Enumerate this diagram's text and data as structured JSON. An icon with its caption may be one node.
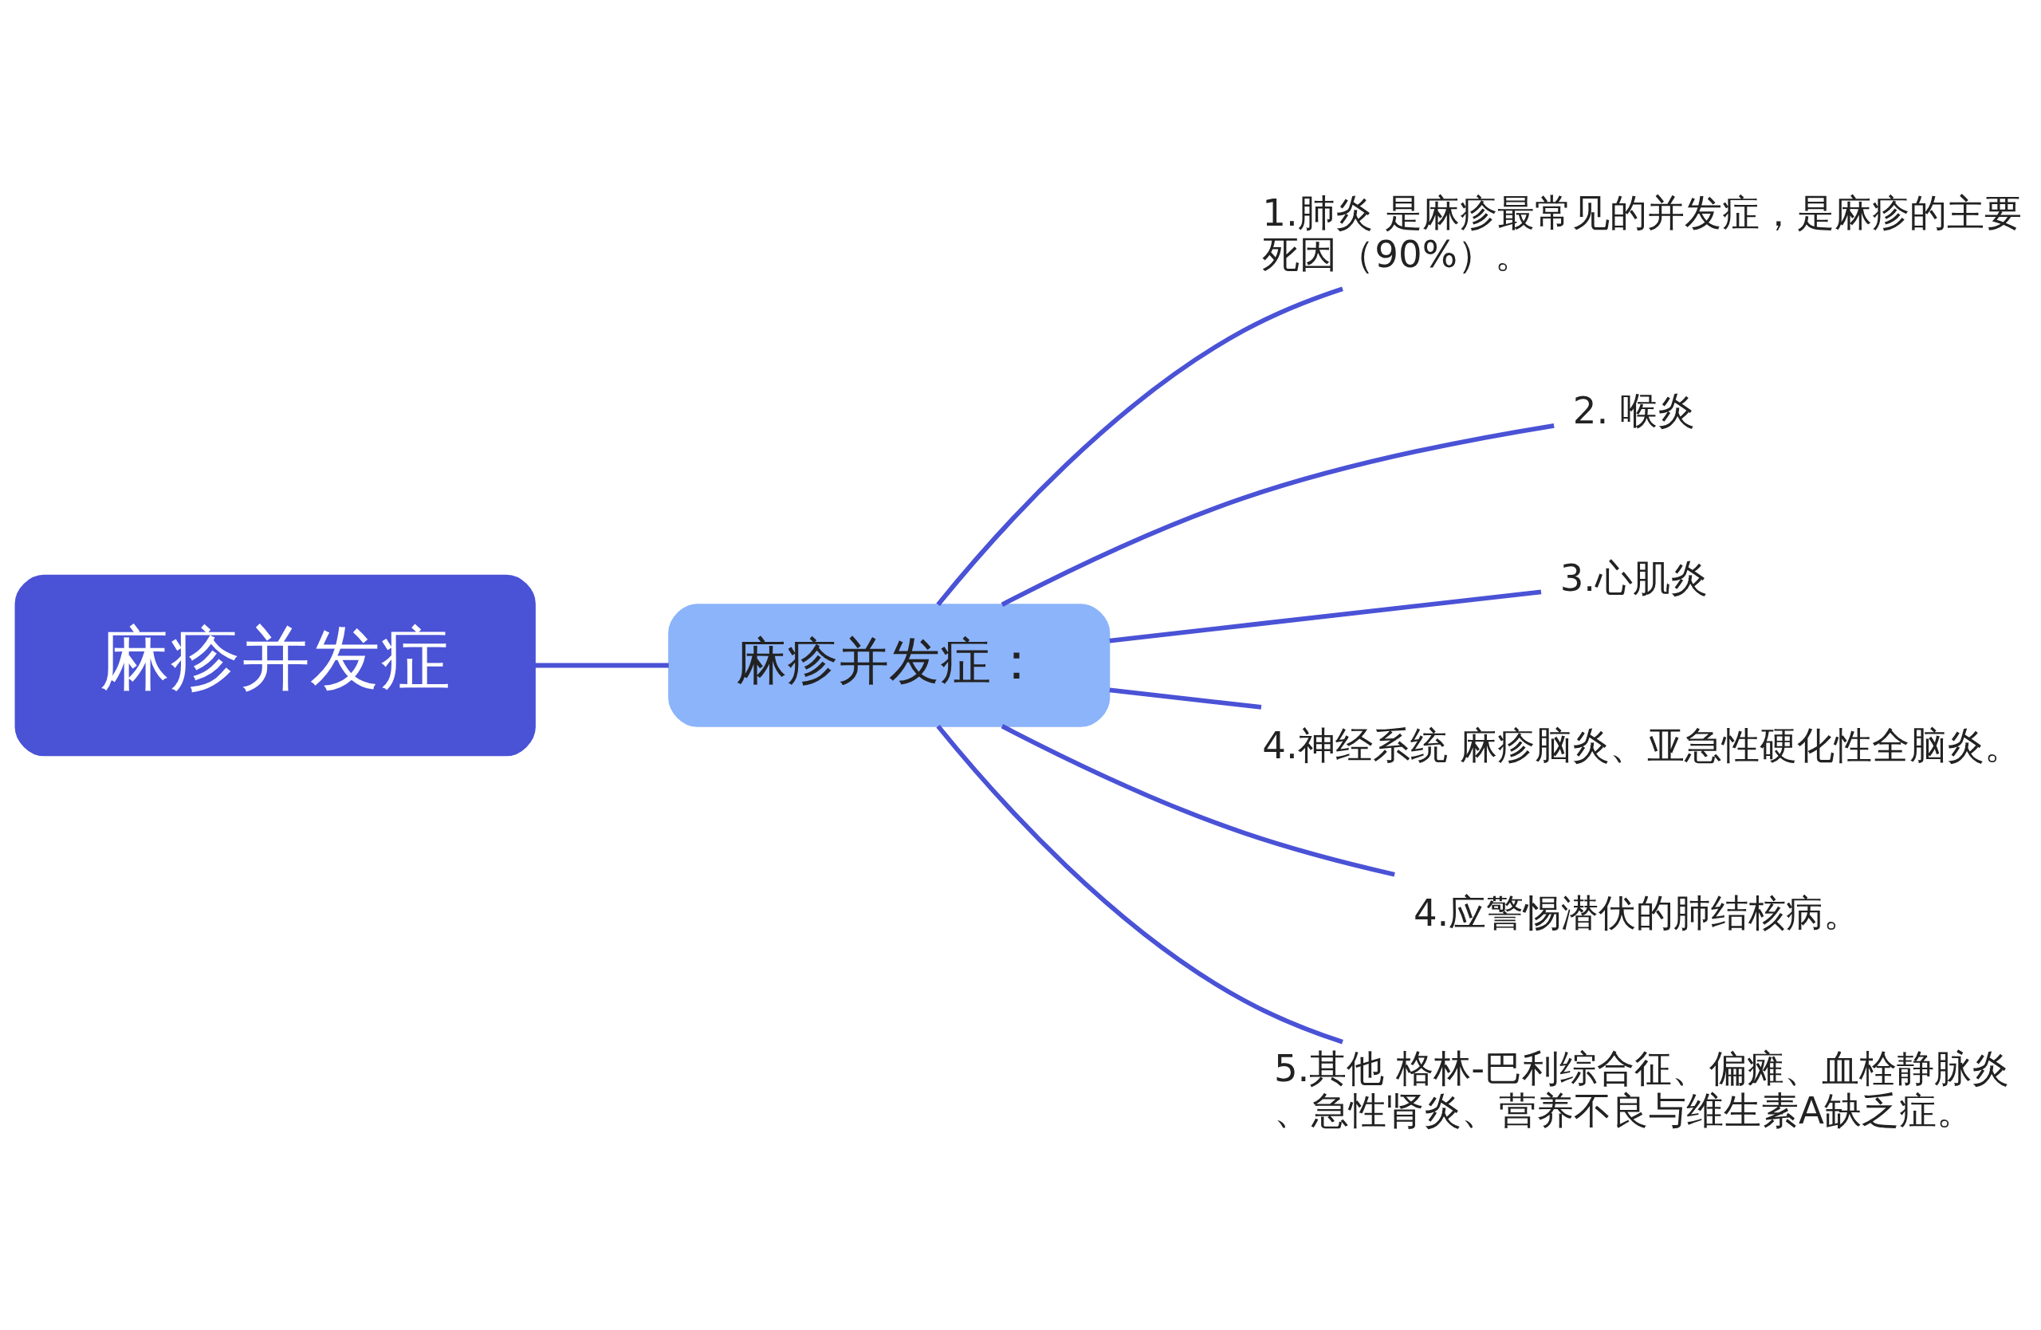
{
  "diagram": {
    "nodes": [
      {
        "text": [
          "麻疹并发症"
        ]
      },
      {
        "text": [
          "麻疹并发症："
        ]
      },
      {
        "text": [
          "1.肺炎 是麻疹最常见的并发症，是麻疹的主要死因（90%）。"
        ]
      },
      {
        "text": [
          "2. 喉炎"
        ]
      },
      {
        "text": [
          "3.心肌炎"
        ]
      },
      {
        "text": [
          "4.神经系统 麻疹脑炎、亚急性硬化性全脑炎。"
        ]
      },
      {
        "text": [
          "4.应警惕潜伏的肺结核病。"
        ]
      },
      {
        "text": [
          "5.其他 格林-巴利综合征、偏瘫、血栓静脉炎、急性肾炎、营养不良与维生素A缺乏症。"
        ]
      }
    ],
    "edges": [
      {
        "from": 0,
        "to": 1,
        "arrow": "none"
      },
      {
        "from": 1,
        "to": 2,
        "arrow": "none"
      },
      {
        "from": 1,
        "to": 3,
        "arrow": "none"
      },
      {
        "from": 1,
        "to": 4,
        "arrow": "none"
      },
      {
        "from": 1,
        "to": 5,
        "arrow": "none"
      },
      {
        "from": 1,
        "to": 6,
        "arrow": "none"
      },
      {
        "from": 1,
        "to": 7,
        "arrow": "none"
      }
    ]
  }
}
